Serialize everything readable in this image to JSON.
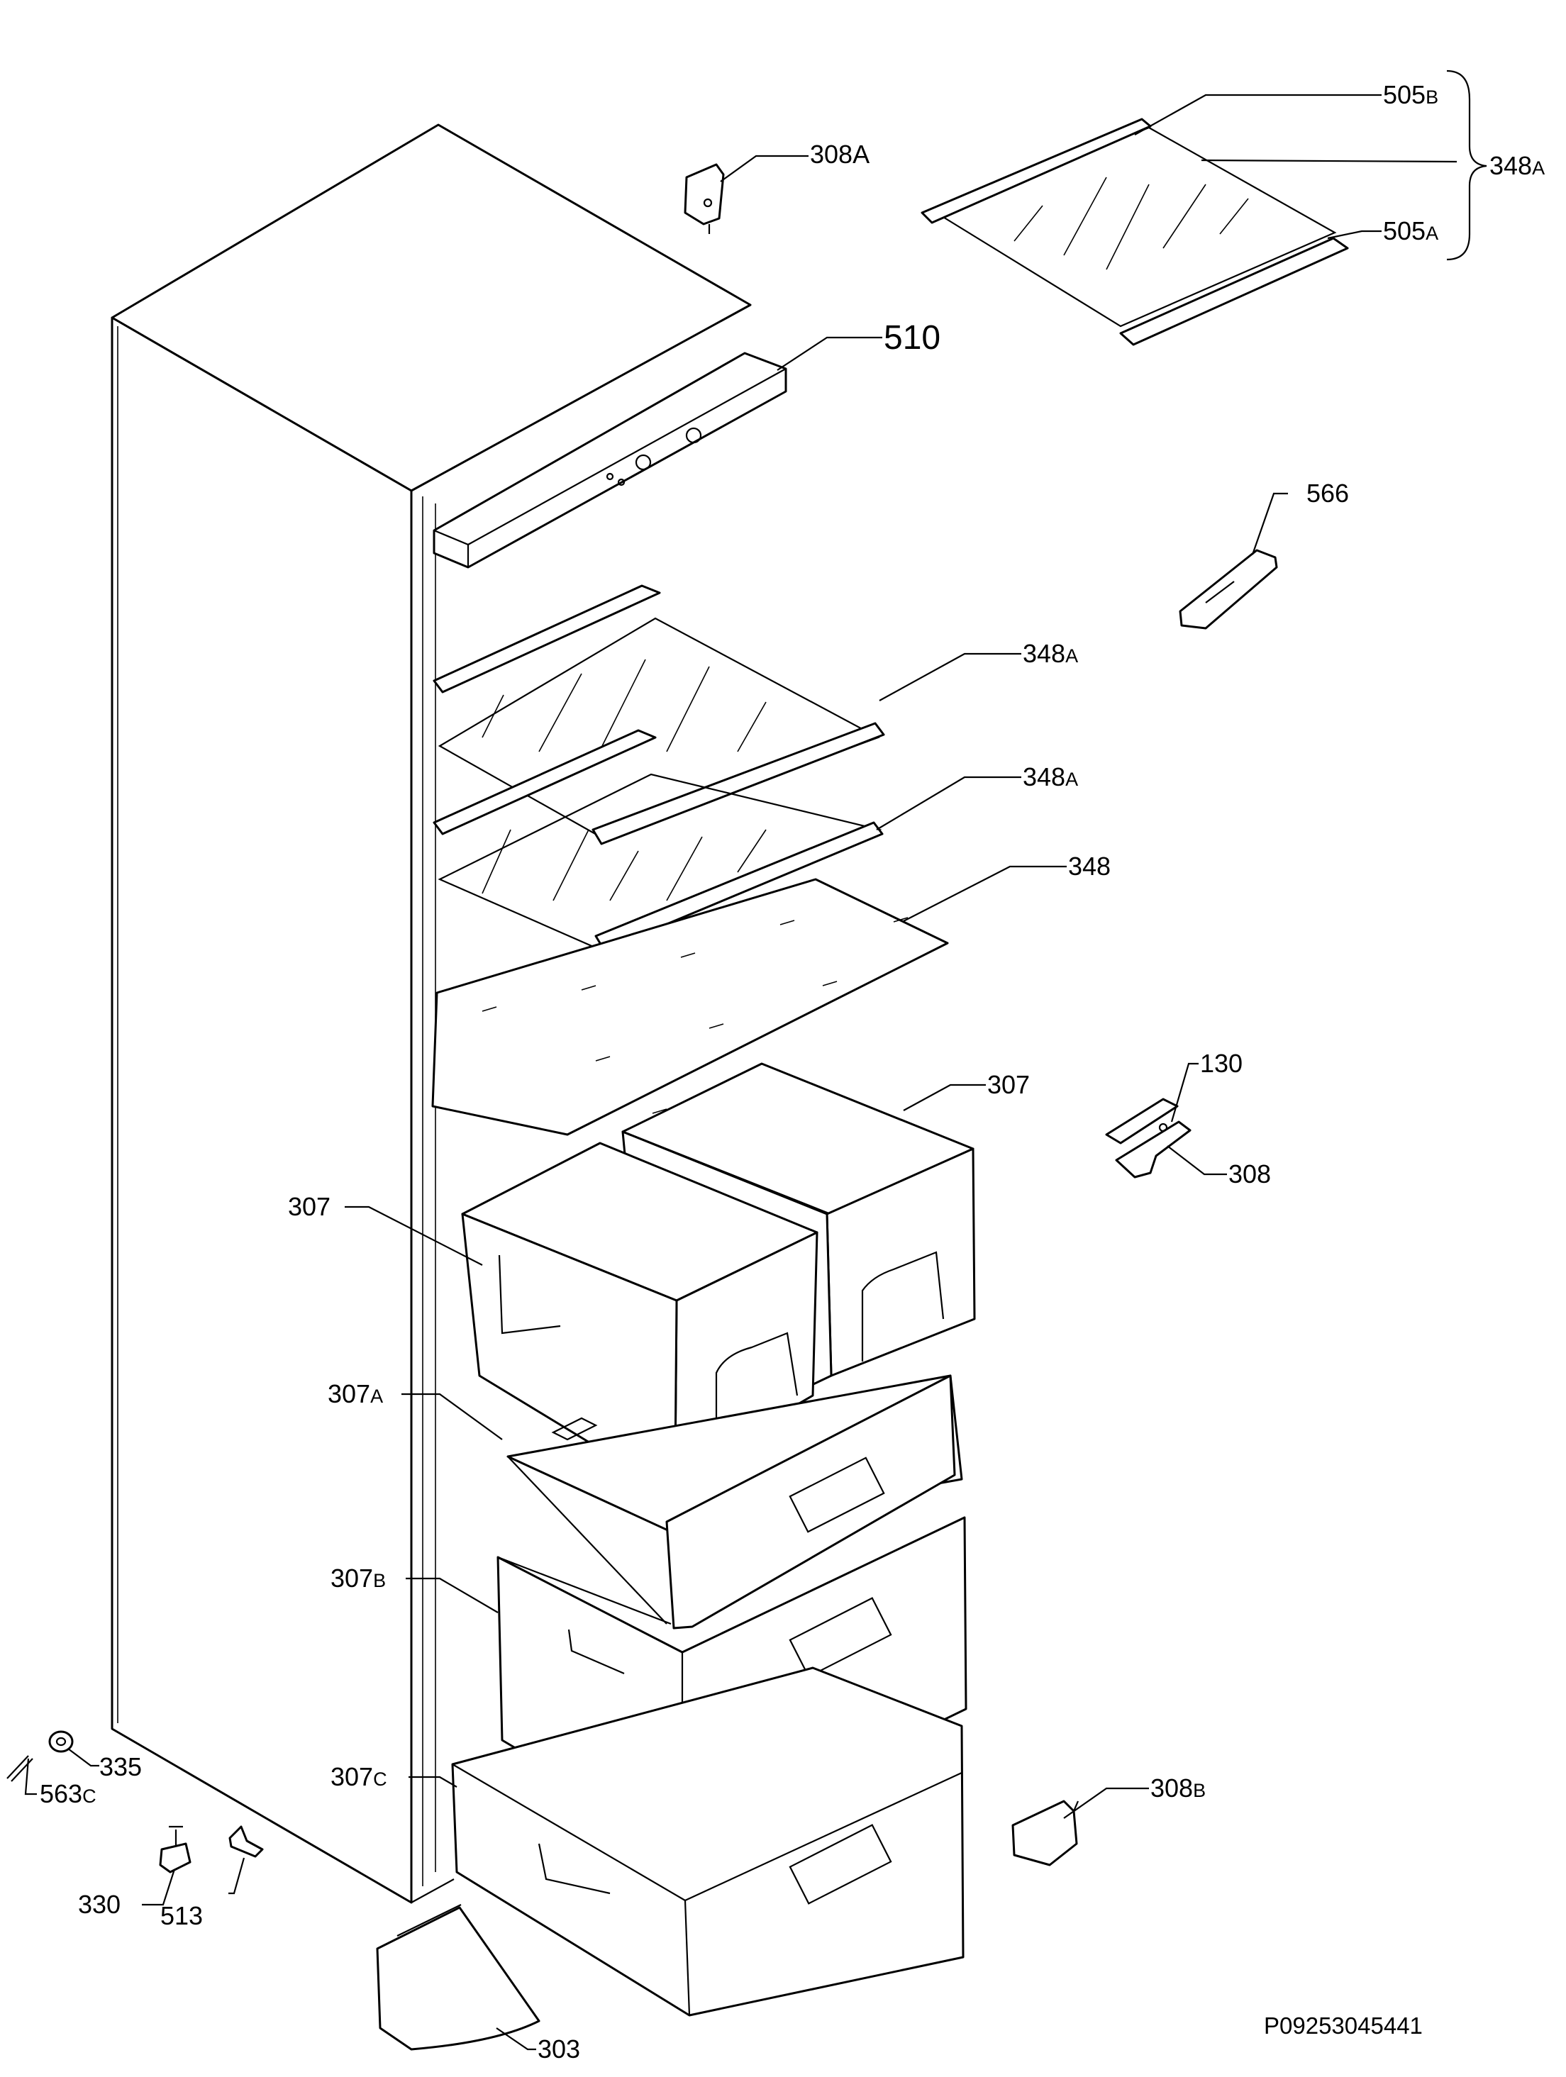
{
  "diagram": {
    "labels": {
      "l308A_top": {
        "main": "308A",
        "sub": ""
      },
      "l505B": {
        "main": "505",
        "sub": "B"
      },
      "l348A_brace": {
        "main": "348",
        "sub": "A"
      },
      "l505A": {
        "main": "505",
        "sub": "A"
      },
      "l510": {
        "main": "510",
        "sub": ""
      },
      "l566": {
        "main": "566",
        "sub": ""
      },
      "l348A_1": {
        "main": "348",
        "sub": "A"
      },
      "l348A_2": {
        "main": "348",
        "sub": "A"
      },
      "l348": {
        "main": "348",
        "sub": ""
      },
      "l130": {
        "main": "130",
        "sub": ""
      },
      "l307_r": {
        "main": "307",
        "sub": ""
      },
      "l308": {
        "main": "308",
        "sub": ""
      },
      "l307_l": {
        "main": "307",
        "sub": ""
      },
      "l307A": {
        "main": "307",
        "sub": "A"
      },
      "l307B": {
        "main": "307",
        "sub": "B"
      },
      "l307C": {
        "main": "307",
        "sub": "C"
      },
      "l308B": {
        "main": "308",
        "sub": "B"
      },
      "l335": {
        "main": "335",
        "sub": ""
      },
      "l563C": {
        "main": "563",
        "sub": "C"
      },
      "l330": {
        "main": "330",
        "sub": ""
      },
      "l513": {
        "main": "513",
        "sub": ""
      },
      "l303": {
        "main": "303",
        "sub": ""
      }
    },
    "drawing_number": "P09253045441"
  }
}
